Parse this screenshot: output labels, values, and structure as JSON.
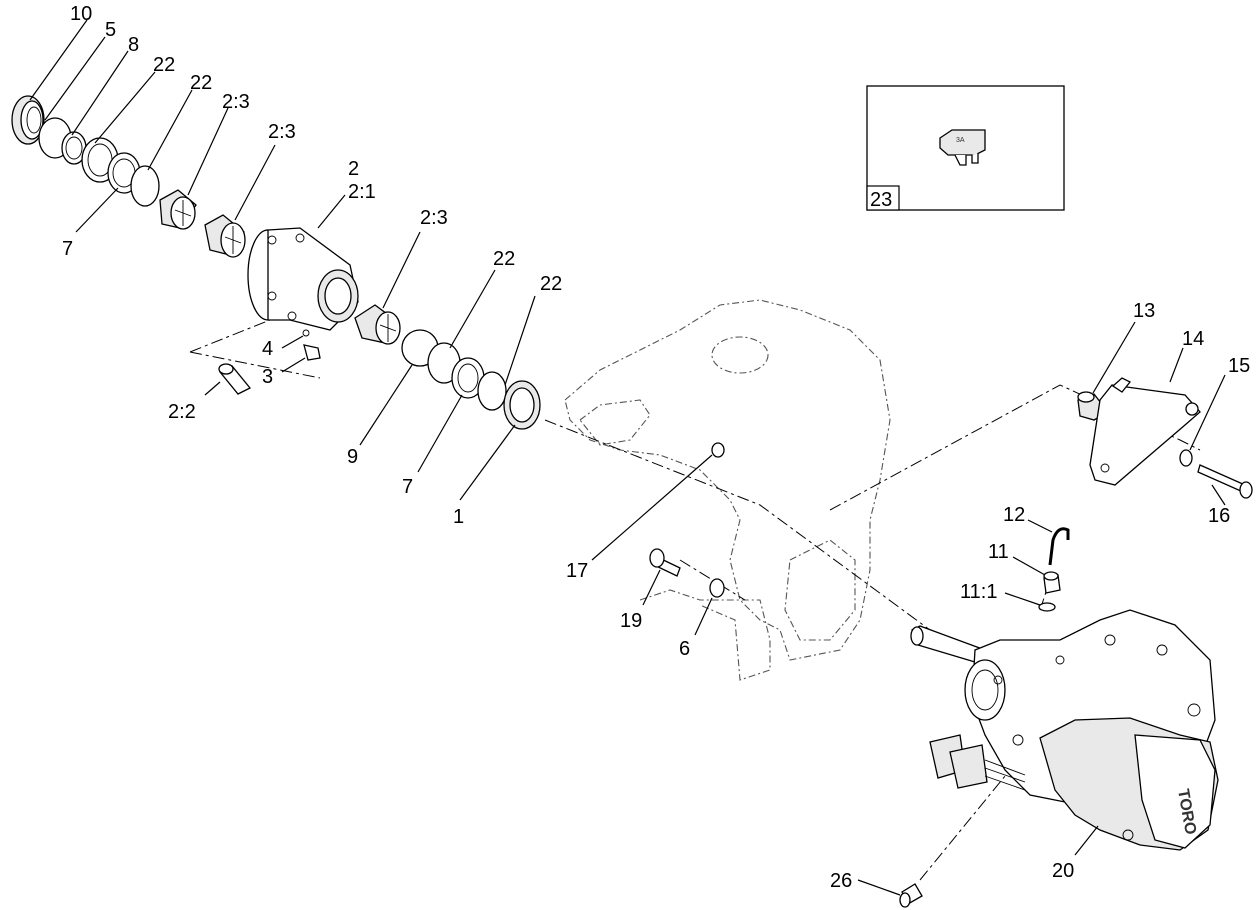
{
  "callouts": {
    "c10": "10",
    "c5": "5",
    "c8": "8",
    "c22a": "22",
    "c22b": "22",
    "c23a": "2:3",
    "c23b": "2:3",
    "c2": "2",
    "c21": "2:1",
    "c7a": "7",
    "c23c": "2:3",
    "c22c": "22",
    "c22d": "22",
    "c4": "4",
    "c3": "3",
    "c22n": "2:2",
    "c9": "9",
    "c7b": "7",
    "c1": "1",
    "c13": "13",
    "c14": "14",
    "c15": "15",
    "c16": "16",
    "c12": "12",
    "c11": "11",
    "c111": "11:1",
    "c17": "17",
    "c19": "19",
    "c6": "6",
    "c20": "20",
    "c26": "26"
  },
  "inset": {
    "number": "23",
    "fuse_text": "3A"
  },
  "motor": {
    "brand_text": "TORO"
  }
}
